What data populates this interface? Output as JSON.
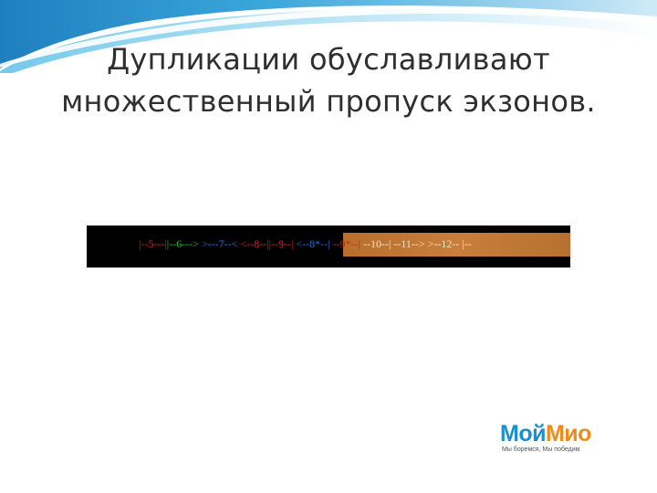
{
  "slide": {
    "title_line1": "Дупликации обуславливают",
    "title_line2": "множественный пропуск экзонов."
  },
  "exon_sequence": [
    {
      "text": "|--5---|",
      "color": "#e0201b"
    },
    {
      "text": "|--6---> ",
      "color": "#2eb82e"
    },
    {
      "text": ">---7--< ",
      "color": "#2a6ee0"
    },
    {
      "text": "<--8--|",
      "color": "#e0201b"
    },
    {
      "text": "|--9--| ",
      "color": "#e0201b"
    },
    {
      "text": "<--8*--| ",
      "color": "#2a6ee0"
    },
    {
      "text": "--9*--| ",
      "color": "#e0201b"
    },
    {
      "text": "--10--| ",
      "color": "#f2e6c8"
    },
    {
      "text": "--11--> ",
      "color": "#f2e6c8"
    },
    {
      "text": ">--12-- ",
      "color": "#f2e6c8"
    },
    {
      "text": "|--",
      "color": "#f2e6c8"
    }
  ],
  "logo": {
    "part1": "Мой",
    "part2": "Мио",
    "tagline": "Мы боремся, Мы победим"
  },
  "colors": {
    "background": "#ffffff",
    "title_text": "#2f2f2f",
    "accent_blue": "#1a8fcf",
    "accent_orange": "#f08a1d",
    "strip_background": "#000000",
    "strip_highlight": "#c97f3a"
  }
}
